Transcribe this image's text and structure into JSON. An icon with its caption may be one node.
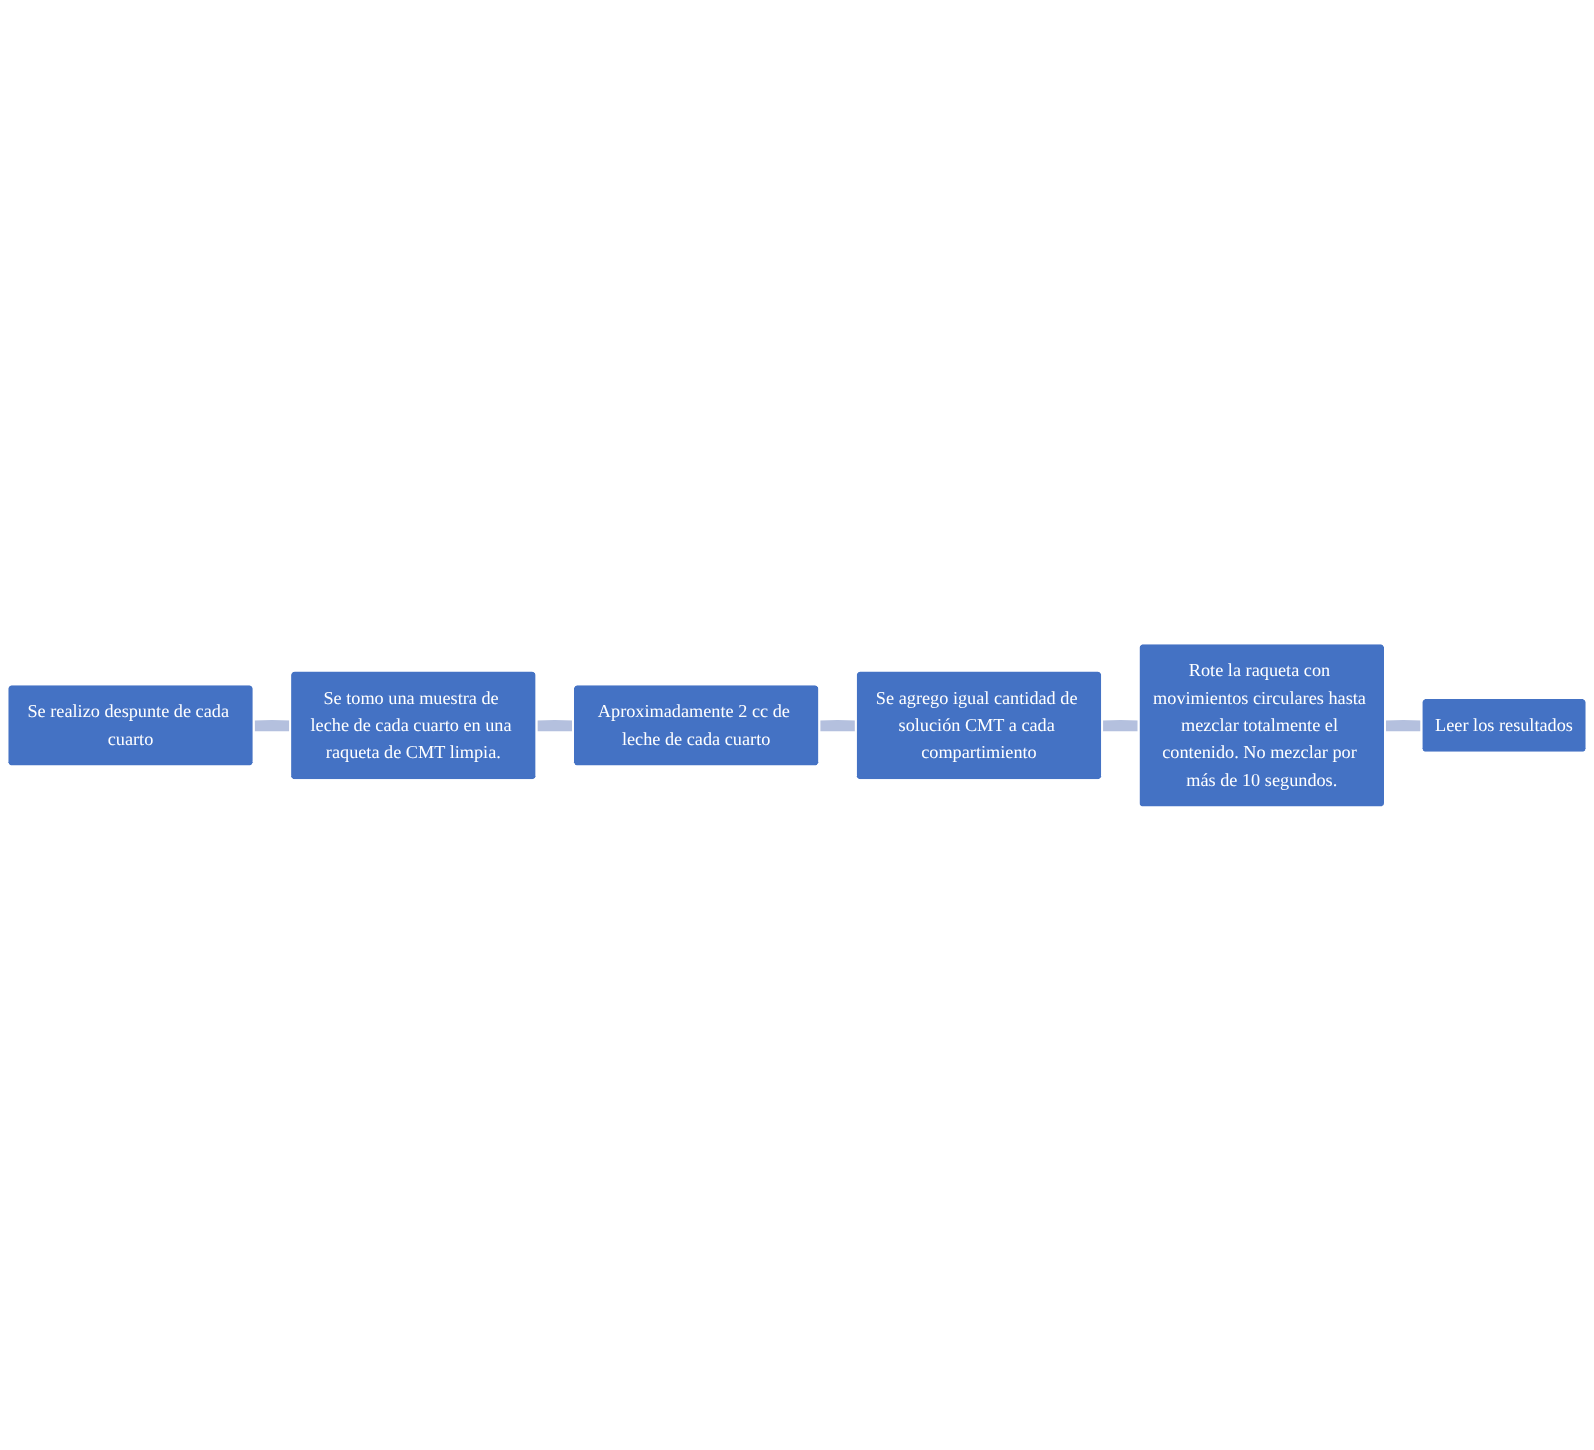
{
  "diagram": {
    "nodes": [
      {
        "text": [
          "Se realizo despunte de cada cuarto"
        ]
      },
      {
        "text": [
          "Se tomo una muestra de leche de cada cuarto en una raqueta de CMT limpia."
        ]
      },
      {
        "text": [
          "Aproximadamente 2 cc de leche de cada cuarto"
        ]
      },
      {
        "text": [
          "Se agrego igual cantidad de solución CMT a cada compartimiento"
        ]
      },
      {
        "text": [
          "Rote la raqueta con movimientos circulares hasta mezclar totalmente el contenido. No mezclar por más de 10 segundos."
        ]
      },
      {
        "text": [
          "Leer los resultados"
        ]
      }
    ],
    "edges": [
      {
        "from": 0,
        "to": 1,
        "arrow": "none"
      },
      {
        "from": 1,
        "to": 2,
        "arrow": "none"
      },
      {
        "from": 2,
        "to": 3,
        "arrow": "none"
      },
      {
        "from": 3,
        "to": 4,
        "arrow": "none"
      },
      {
        "from": 4,
        "to": 5,
        "arrow": "none"
      }
    ]
  }
}
